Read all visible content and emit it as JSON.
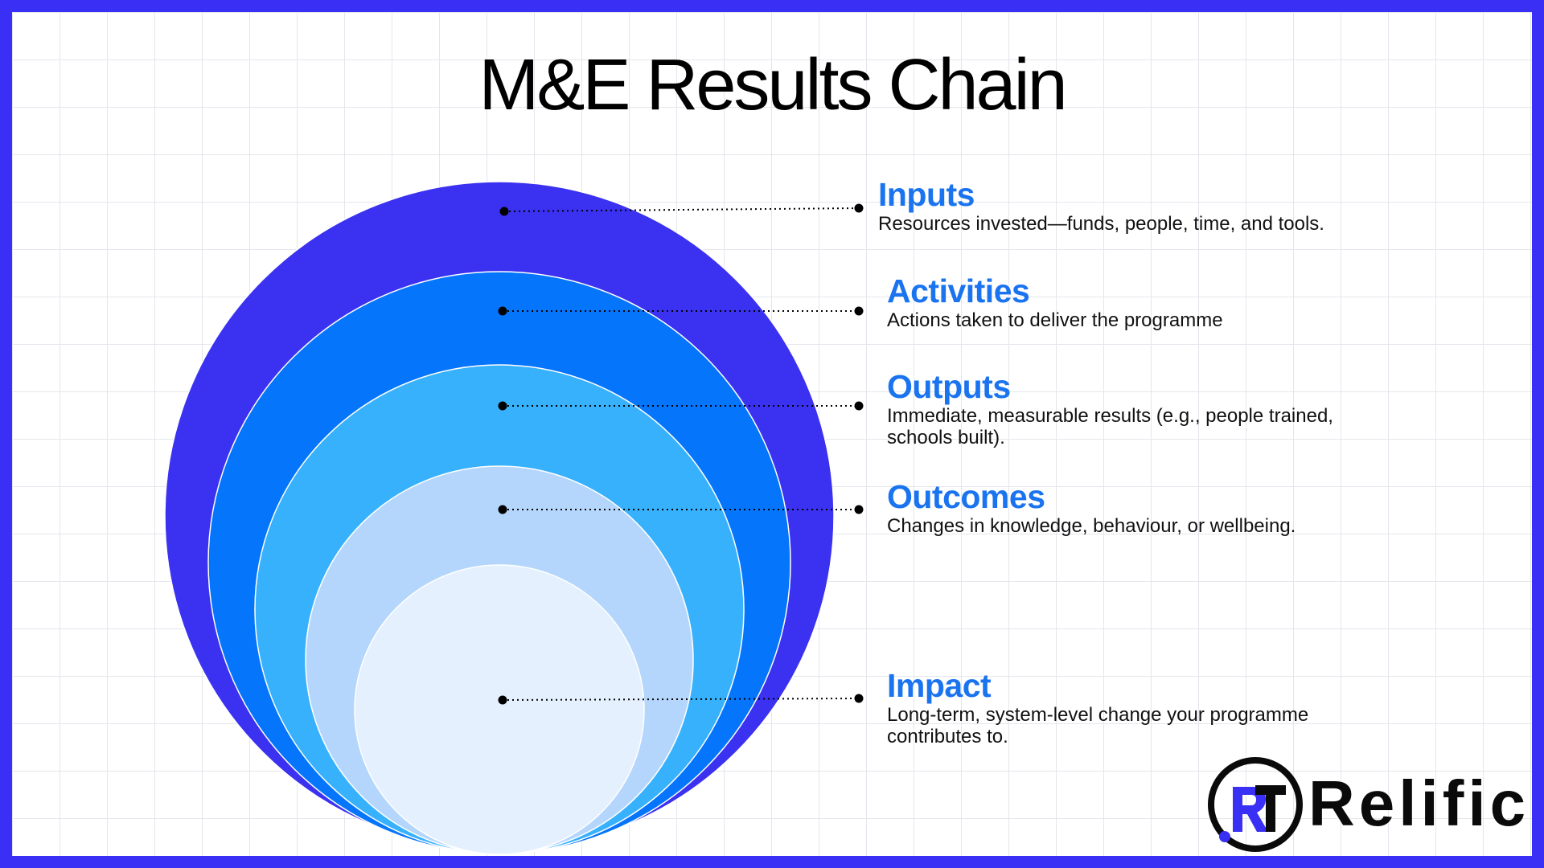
{
  "title": "M&E Results Chain",
  "colors": {
    "frame": "#3a2ff5",
    "heading": "#1a73ef",
    "inputs": "#3b31f0",
    "activities": "#0575fb",
    "outputs": "#38b1fd",
    "outcomes": "#b4d6fd",
    "impact": "#e4f0fe"
  },
  "levels": [
    {
      "key": "inputs",
      "heading": "Inputs",
      "desc": "Resources invested—funds, people, time, and tools."
    },
    {
      "key": "activities",
      "heading": "Activities",
      "desc": "Actions taken to deliver the programme"
    },
    {
      "key": "outputs",
      "heading": "Outputs",
      "desc": "Immediate, measurable results (e.g., people trained, schools built)."
    },
    {
      "key": "outcomes",
      "heading": "Outcomes",
      "desc": "Changes in knowledge, behaviour, or wellbeing."
    },
    {
      "key": "impact",
      "heading": "Impact",
      "desc": "Long-term, system-level change your programme contributes to."
    }
  ],
  "logo": {
    "text": "Relific",
    "icon": "relific-rt-logo-icon"
  }
}
